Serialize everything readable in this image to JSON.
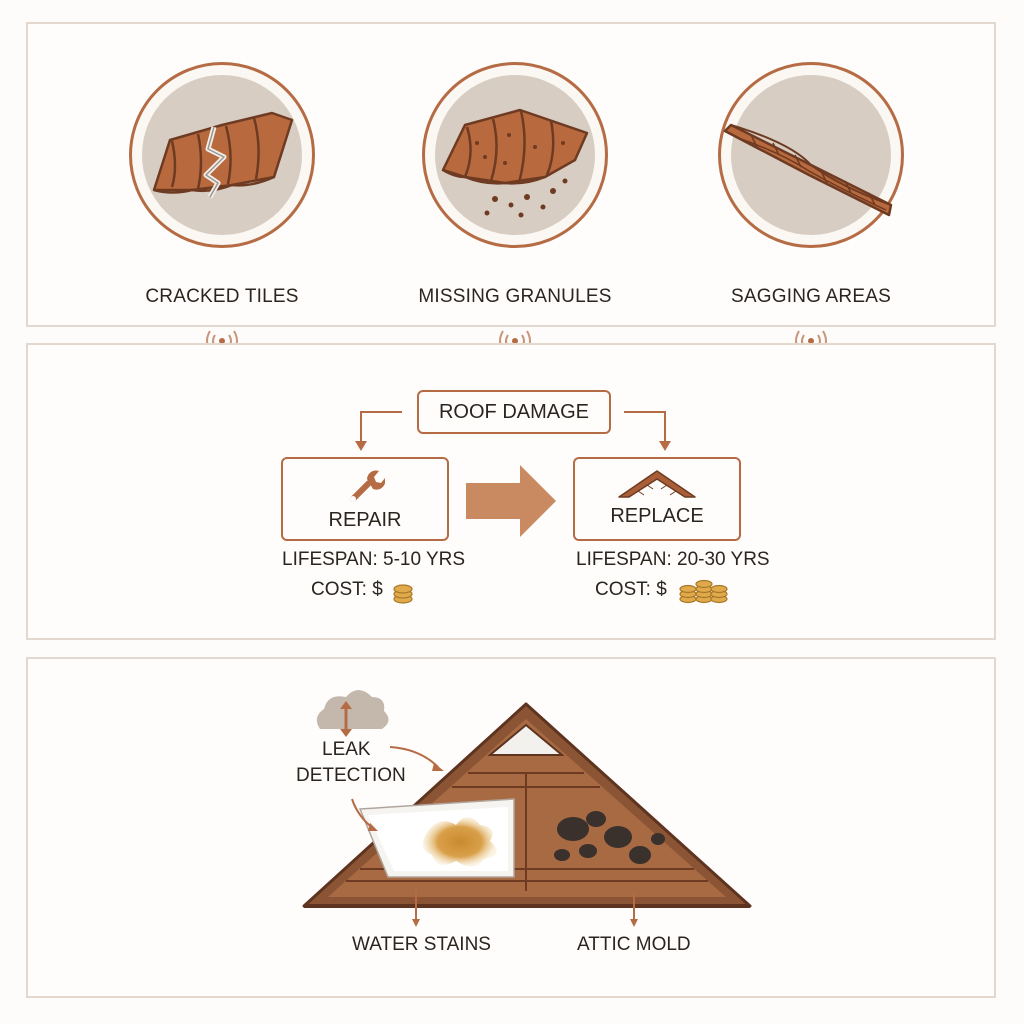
{
  "signs": [
    {
      "label": "CRACKED TILES",
      "illustration": "cracked-tile-icon",
      "indicator": "signal-wave-icon"
    },
    {
      "label": "MISSING GRANULES",
      "illustration": "granule-loss-icon",
      "indicator": "signal-wave-icon"
    },
    {
      "label": "SAGGING AREAS",
      "illustration": "sagging-roof-icon",
      "indicator": "signal-wave-icon"
    }
  ],
  "decision": {
    "root": "ROOF DAMAGE",
    "repair": {
      "label": "REPAIR",
      "icon": "wrench-icon",
      "lifespan": "LIFESPAN: 5-10 YRS",
      "cost": "COST: $"
    },
    "replace": {
      "label": "REPLACE",
      "icon": "roof-icon",
      "lifespan": "LIFESPAN: 20-30 YRS",
      "cost": "COST: $"
    }
  },
  "attic": {
    "leak_line1": "LEAK",
    "leak_line2": "DETECTION",
    "water_stains": "WATER STAINS",
    "attic_mold": "ATTIC MOLD"
  },
  "colors": {
    "accent": "#b56c45",
    "wood": "#7a4a2e",
    "tile": "#b86a3e",
    "border": "#e3d8cd",
    "stain": "#d9a04a",
    "mold": "#3a302c"
  }
}
